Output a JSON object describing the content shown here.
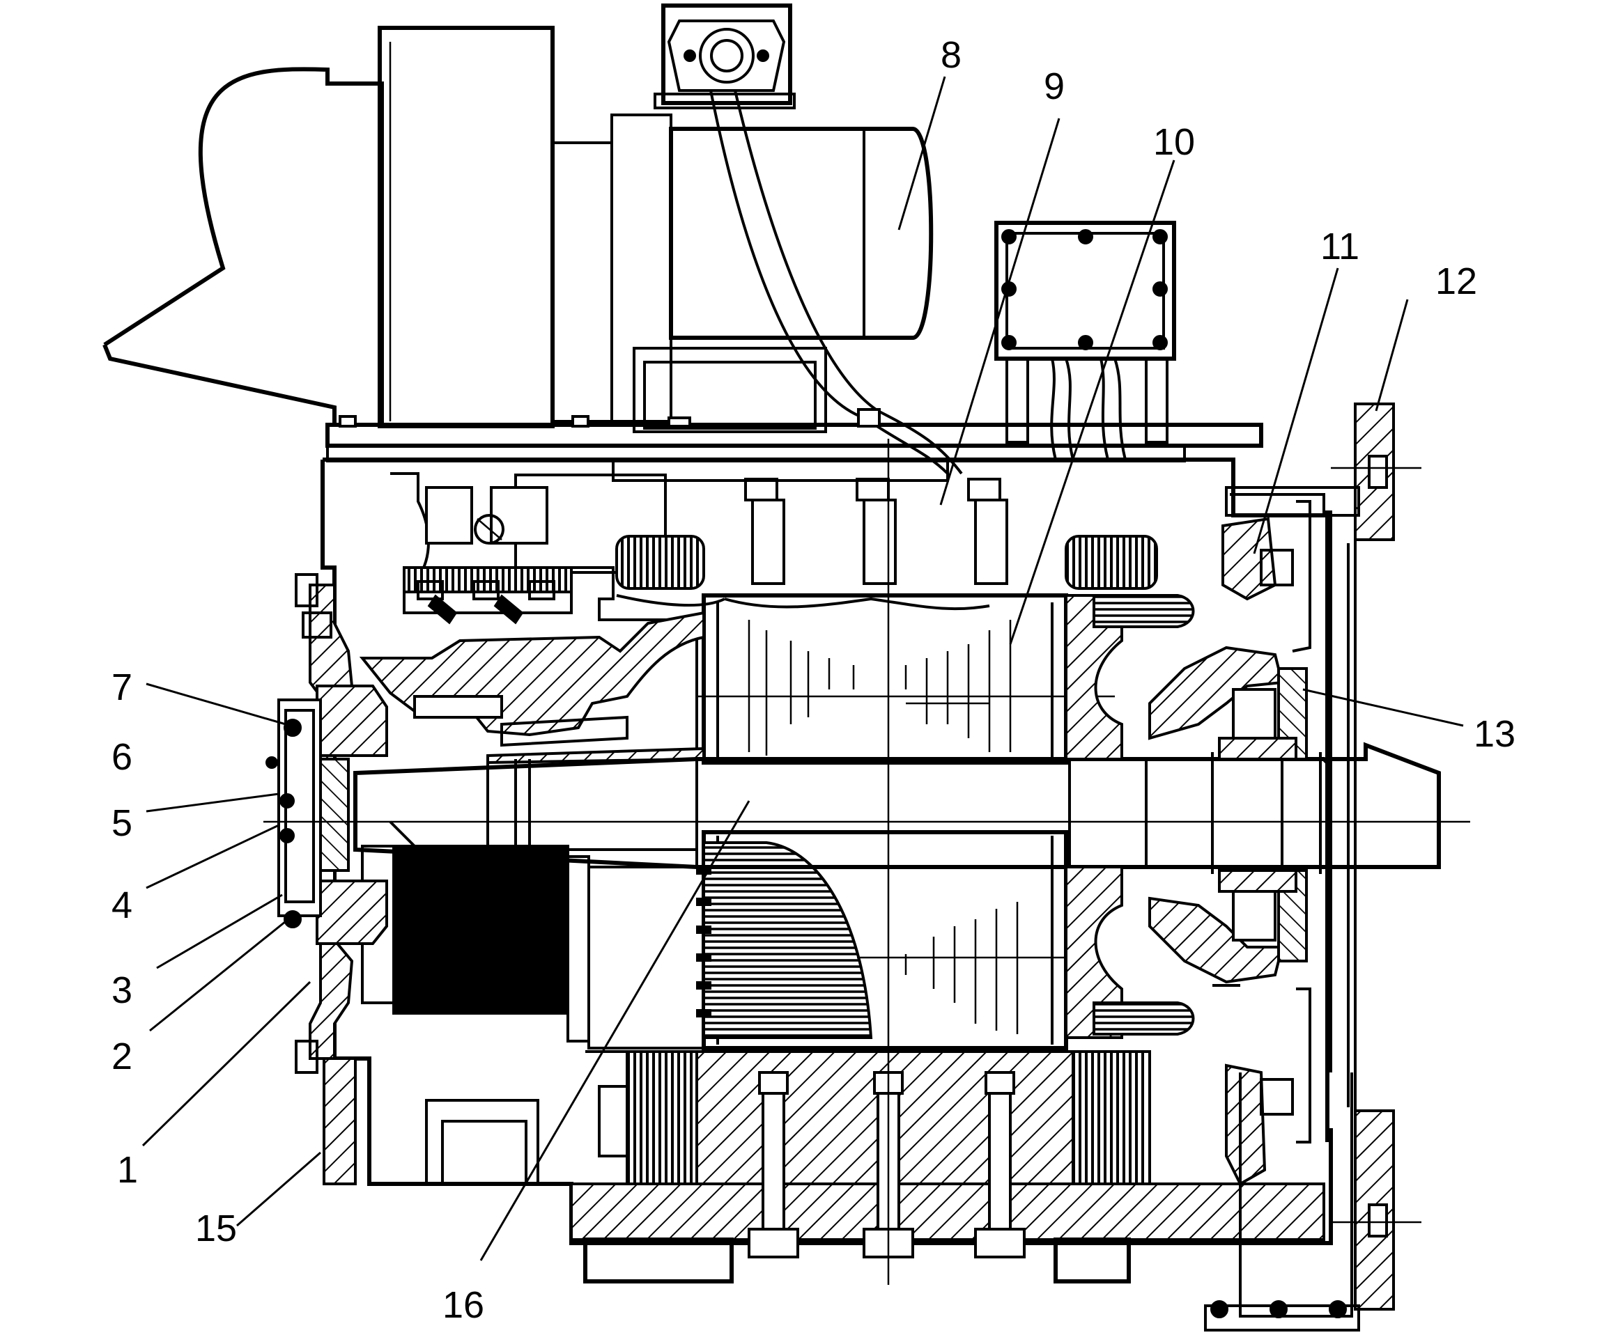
{
  "labels": [
    {
      "id": "1",
      "text": "1"
    },
    {
      "id": "2",
      "text": "2"
    },
    {
      "id": "3",
      "text": "3"
    },
    {
      "id": "4",
      "text": "4"
    },
    {
      "id": "5",
      "text": "5"
    },
    {
      "id": "6",
      "text": "6"
    },
    {
      "id": "7",
      "text": "7"
    },
    {
      "id": "8",
      "text": "8"
    },
    {
      "id": "9",
      "text": "9"
    },
    {
      "id": "10",
      "text": "10"
    },
    {
      "id": "11",
      "text": "11"
    },
    {
      "id": "12",
      "text": "12"
    },
    {
      "id": "13",
      "text": "13"
    },
    {
      "id": "15",
      "text": "15"
    },
    {
      "id": "16",
      "text": "16"
    }
  ]
}
